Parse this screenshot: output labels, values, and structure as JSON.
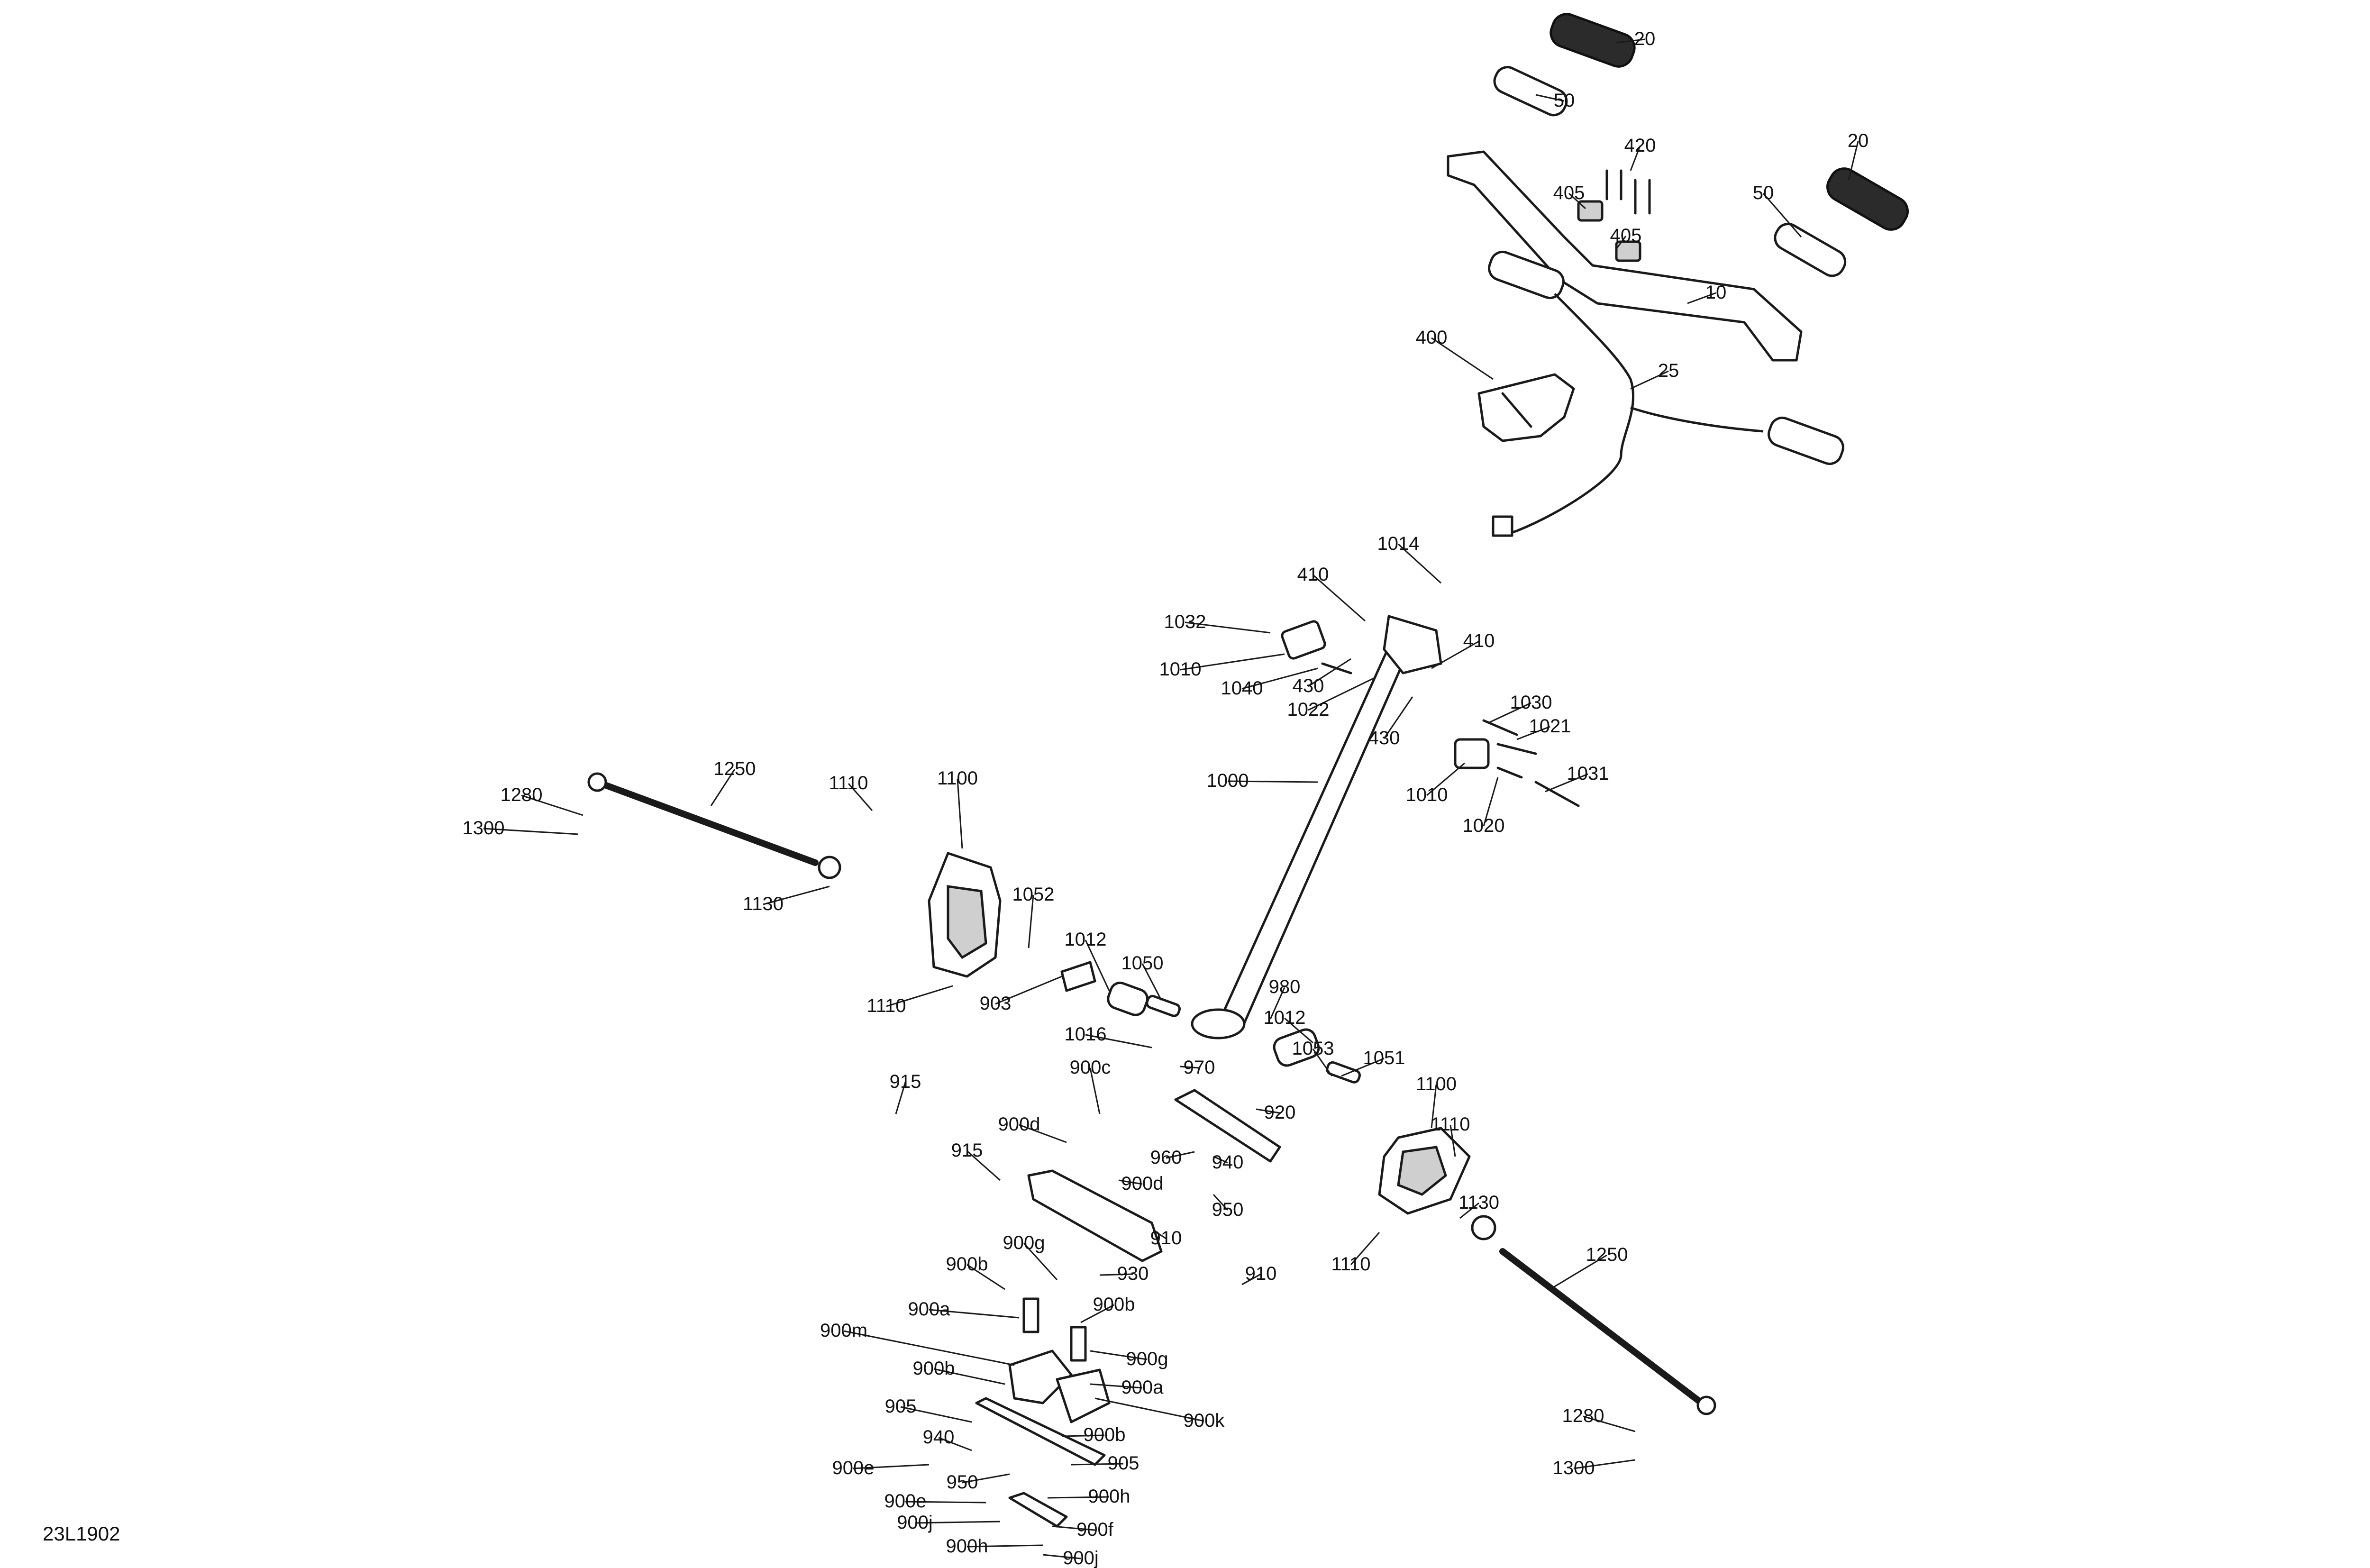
{
  "diagram": {
    "ref_code": "23L1902",
    "callouts": [
      "20",
      "50",
      "420",
      "20",
      "405",
      "50",
      "405",
      "10",
      "400",
      "25",
      "1014",
      "410",
      "1032",
      "410",
      "1010",
      "1040",
      "430",
      "1022",
      "1030",
      "430",
      "1021",
      "1031",
      "1010",
      "1020",
      "1000",
      "1250",
      "1280",
      "1110",
      "1100",
      "1300",
      "1130",
      "1052",
      "1012",
      "1050",
      "1110",
      "903",
      "980",
      "1012",
      "1016",
      "1053",
      "1051",
      "970",
      "900c",
      "1100",
      "915",
      "920",
      "900d",
      "1110",
      "915",
      "960",
      "940",
      "900d",
      "950",
      "1130",
      "910",
      "1250",
      "900g",
      "1110",
      "900b",
      "930",
      "910",
      "900b",
      "900a",
      "900m",
      "900g",
      "900b",
      "900a",
      "900k",
      "905",
      "1280",
      "900b",
      "940",
      "905",
      "1300",
      "900e",
      "950",
      "900h",
      "900e",
      "900j",
      "900f",
      "900h",
      "900j"
    ]
  }
}
